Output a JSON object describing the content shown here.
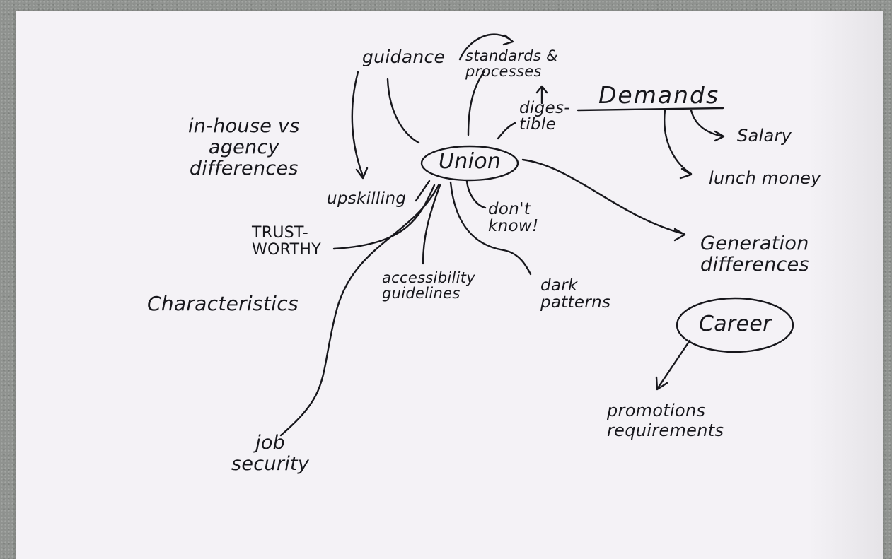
{
  "mindmap": {
    "center": "Union",
    "nodes": {
      "guidance": "guidance",
      "standards": "standards &\nprocesses",
      "digestible": "diges-\ntible",
      "demands": "Demands",
      "salary": "Salary",
      "lunch_money": "lunch money",
      "in_house": "in-house vs\nagency\ndifferences",
      "upskilling": "upskilling",
      "dont_know": "don't\nknow!",
      "trustworthy": "TRUST-\nWORTHY",
      "generation": "Generation\ndifferences",
      "accessibility": "accessibility\nguidelines",
      "dark_patterns": "dark\npatterns",
      "characteristics": "Characteristics",
      "career": "Career",
      "promotions": "promotions\nrequirements",
      "job_security": "job\nsecurity"
    }
  },
  "colors": {
    "ink": "#17171c",
    "paper": "#f4f2f6",
    "background": "#8f928f"
  }
}
